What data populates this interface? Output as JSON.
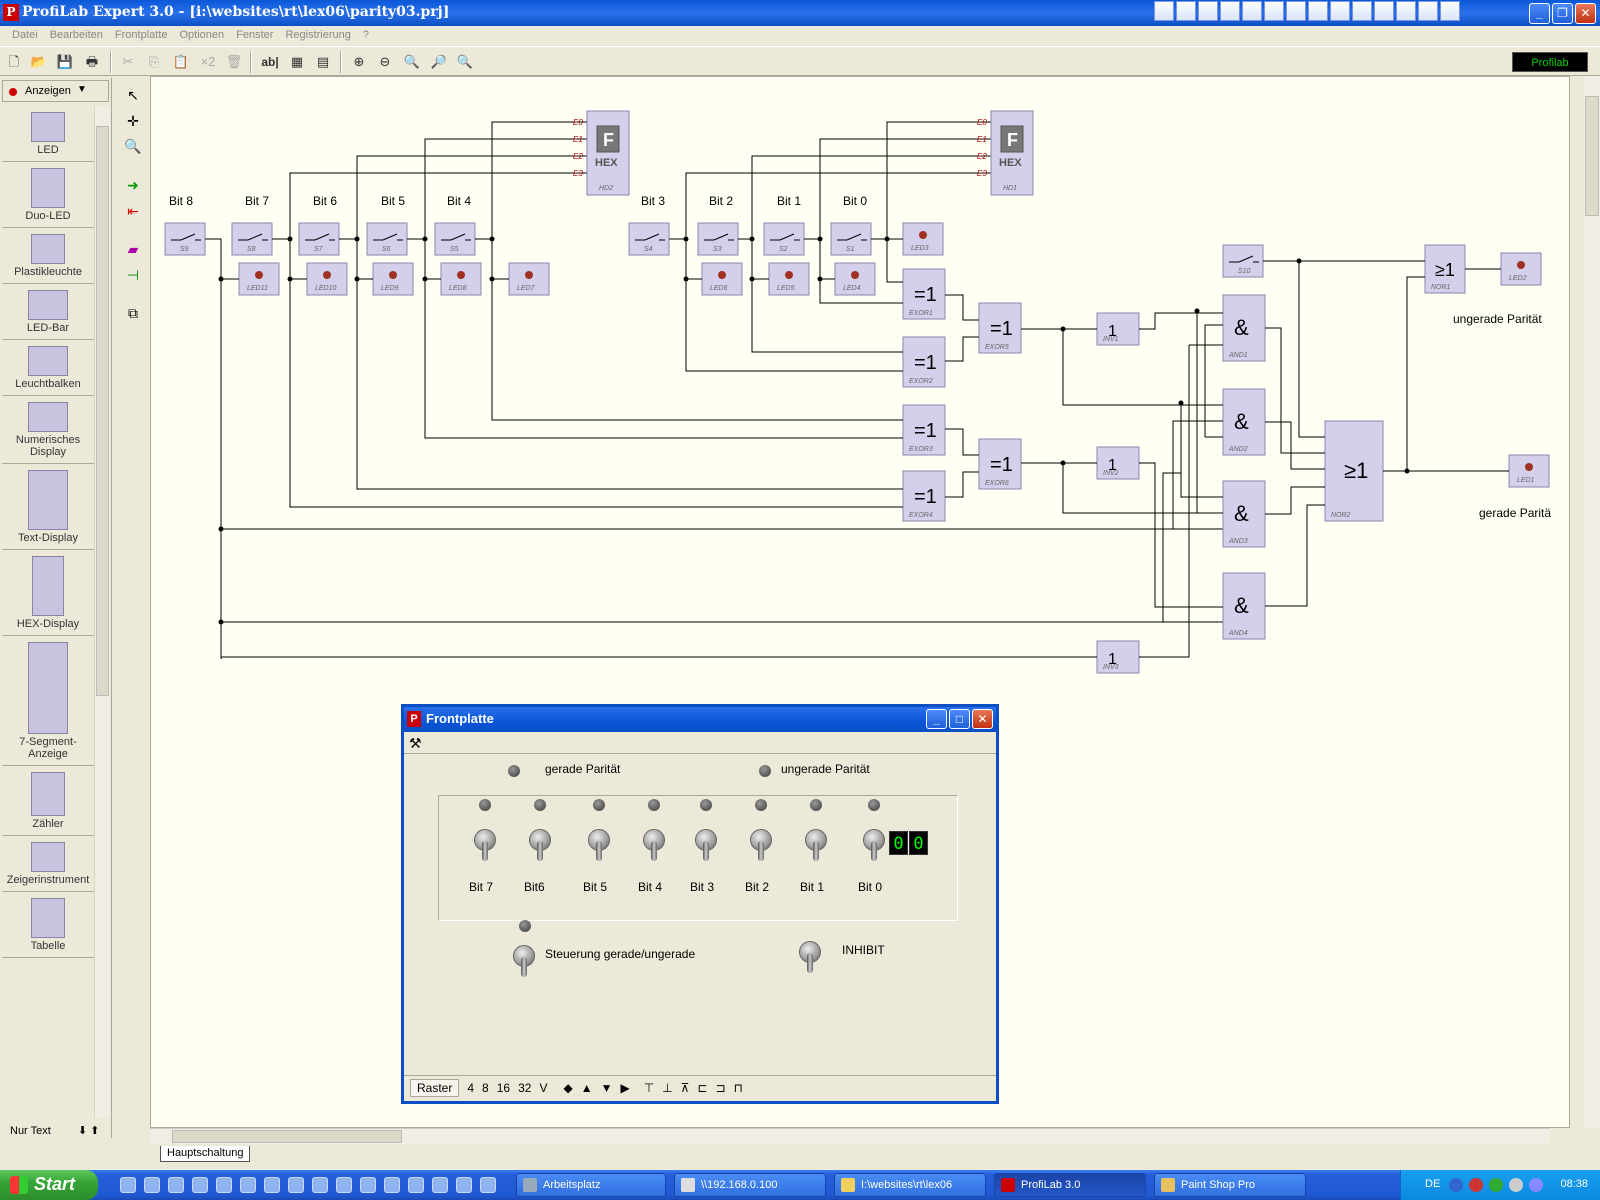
{
  "window": {
    "title": "ProfiLab Expert 3.0 - [i:\\websites\\rt\\lex06\\parity03.prj]",
    "badge": "Profilab"
  },
  "menu": [
    "Datei",
    "Bearbeiten",
    "Frontplatte",
    "Optionen",
    "Fenster",
    "Registrierung",
    "?"
  ],
  "palette": {
    "category": "Anzeigen",
    "items": [
      "LED",
      "Duo-LED",
      "Plastikleuchte",
      "LED-Bar",
      "Leuchtbalken",
      "Numerisches Display",
      "Text-Display",
      "HEX-Display",
      "7-Segment-Anzeige",
      "Zähler",
      "Zeigerinstrument",
      "Tabelle"
    ],
    "footer": "Nur Text"
  },
  "sheet_tab": "Hauptschaltung",
  "circuit": {
    "bit_labels": [
      "Bit 8",
      "Bit 7",
      "Bit 6",
      "Bit 5",
      "Bit 4",
      "Bit 3",
      "Bit 2",
      "Bit 1",
      "Bit 0"
    ],
    "switch_tags": [
      "S9",
      "S8",
      "S7",
      "S6",
      "S5",
      "S4",
      "S3",
      "S2",
      "S1"
    ],
    "led_tags_a": [
      "LED11",
      "LED10",
      "LED9",
      "LED8",
      "LED7"
    ],
    "led_tags_b": [
      "LED6",
      "LED5",
      "LED4"
    ],
    "led3": "LED3",
    "hex_left": {
      "tag": "HD2",
      "symbol": "F",
      "label": "HEX",
      "pins": [
        "E0",
        "E1",
        "E2",
        "E3"
      ]
    },
    "hex_right": {
      "tag": "HD1",
      "symbol": "F",
      "label": "HEX",
      "pins": [
        "E0",
        "E1",
        "E2",
        "E3"
      ]
    },
    "xor_gates": [
      {
        "tag": "EXOR1",
        "sym": "=1"
      },
      {
        "tag": "EXOR2",
        "sym": "=1"
      },
      {
        "tag": "EXOR5",
        "sym": "=1"
      },
      {
        "tag": "EXOR3",
        "sym": "=1"
      },
      {
        "tag": "EXOR4",
        "sym": "=1"
      },
      {
        "tag": "EXOR6",
        "sym": "=1"
      }
    ],
    "inv_gates": [
      {
        "tag": "INV1",
        "sym": "1"
      },
      {
        "tag": "INV2",
        "sym": "1"
      },
      {
        "tag": "INV3",
        "sym": "1"
      }
    ],
    "and_gates": [
      {
        "tag": "AND1",
        "sym": "&"
      },
      {
        "tag": "AND2",
        "sym": "&"
      },
      {
        "tag": "AND3",
        "sym": "&"
      },
      {
        "tag": "AND4",
        "sym": "&"
      }
    ],
    "nor_gates": [
      {
        "tag": "NOR1",
        "sym": "≥1"
      },
      {
        "tag": "NOR2",
        "sym": "≥1"
      }
    ],
    "switch_s10": "S10",
    "out_leds": [
      {
        "tag": "LED2",
        "label": "ungerade Parität"
      },
      {
        "tag": "LED1",
        "label": "gerade Parität"
      }
    ]
  },
  "front": {
    "title": "Frontplatte",
    "gerade": "gerade Parität",
    "ungerade": "ungerade Parität",
    "bits": [
      "Bit 7",
      "Bit6",
      "Bit 5",
      "Bit 4",
      "Bit 3",
      "Bit 2",
      "Bit 1",
      "Bit 0"
    ],
    "hex_digits": [
      "0",
      "0"
    ],
    "steuerung": "Steuerung gerade/ungerade",
    "inhibit": "INHIBIT",
    "status": {
      "raster": "Raster",
      "sizes": [
        "4",
        "8",
        "16",
        "32",
        "V"
      ]
    }
  },
  "taskbar": {
    "start": "Start",
    "tasks": [
      "Arbeitsplatz",
      "\\\\192.168.0.100",
      "I:\\websites\\rt\\lex06",
      "ProfiLab 3.0",
      "Paint Shop Pro"
    ],
    "lang": "DE",
    "clock": "08:38"
  }
}
